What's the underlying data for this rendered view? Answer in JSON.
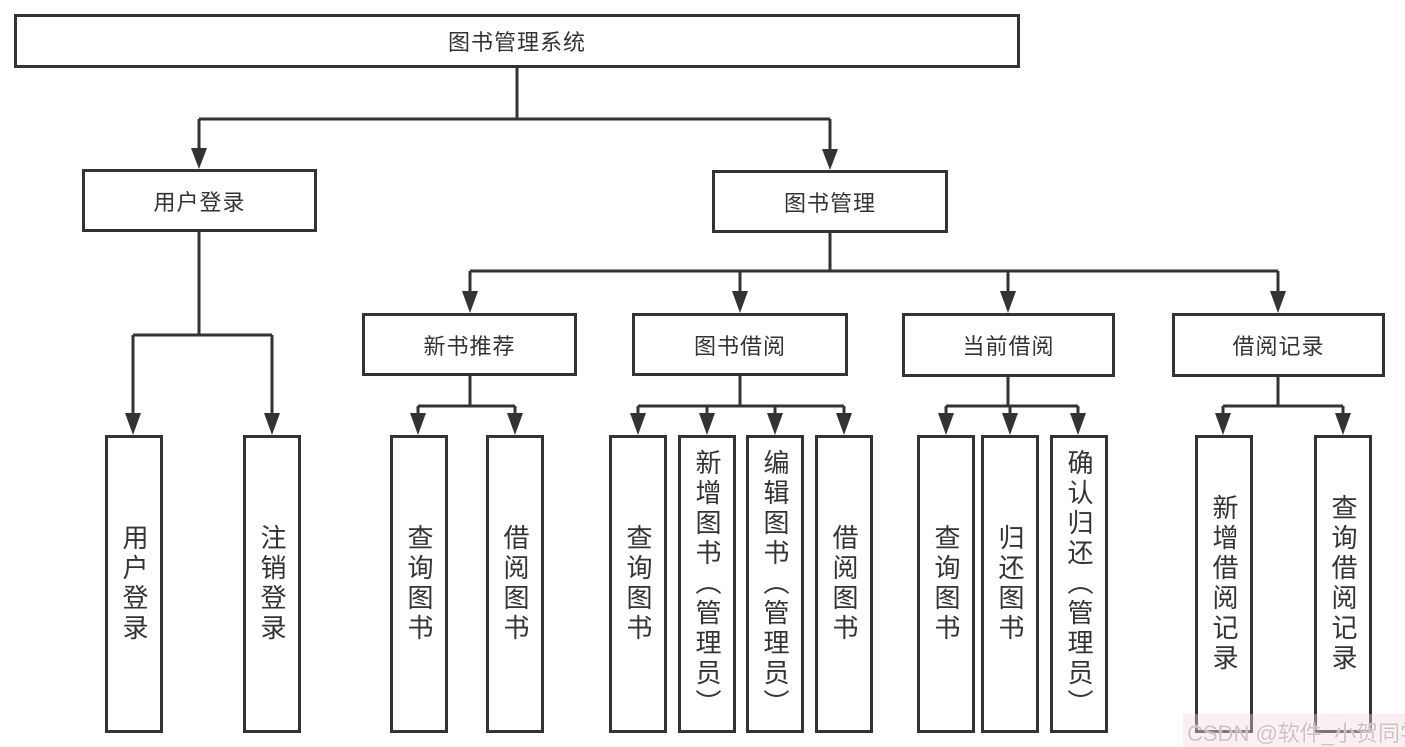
{
  "tree": {
    "root": {
      "label": "图书管理系统",
      "children": [
        {
          "label": "用户登录",
          "children": [
            {
              "label": "用户登录"
            },
            {
              "label": "注销登录"
            }
          ]
        },
        {
          "label": "图书管理",
          "children": [
            {
              "label": "新书推荐",
              "children": [
                {
                  "label": "查询图书"
                },
                {
                  "label": "借阅图书"
                }
              ]
            },
            {
              "label": "图书借阅",
              "children": [
                {
                  "label": "查询图书"
                },
                {
                  "label": "新增图书（管理员）"
                },
                {
                  "label": "编辑图书（管理员）"
                },
                {
                  "label": "借阅图书"
                }
              ]
            },
            {
              "label": "当前借阅",
              "children": [
                {
                  "label": "查询图书"
                },
                {
                  "label": "归还图书"
                },
                {
                  "label": "确认归还（管理员）"
                }
              ]
            },
            {
              "label": "借阅记录",
              "children": [
                {
                  "label": "新增借阅记录"
                },
                {
                  "label": "查询借阅记录"
                }
              ]
            }
          ]
        }
      ]
    }
  },
  "watermark": {
    "text": "CSDN @软件_小贺同学"
  },
  "colors": {
    "line": "#333333",
    "ink": "#333333",
    "fill": "#ffffff",
    "bg": "#ffffff",
    "watermark": "#c8c4c6"
  }
}
